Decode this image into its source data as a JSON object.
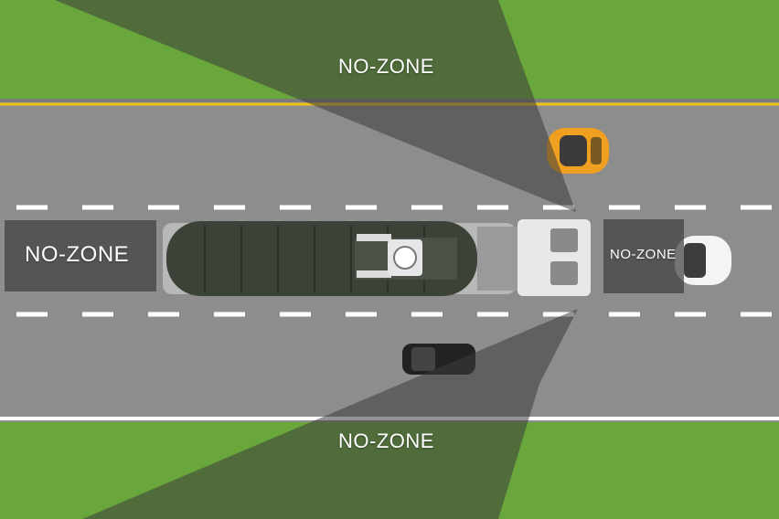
{
  "zones": {
    "top_label": "NO-ZONE",
    "bottom_label": "NO-ZONE",
    "rear_label": "NO-ZONE",
    "front_label": "NO-ZONE"
  },
  "colors": {
    "grass": "#6aa83c",
    "road": "#8c8c8c",
    "center_line": "#f2c21a",
    "lane_marking": "#ffffff",
    "zone_fill": "#3d3d3d",
    "tanker": "#3b4338",
    "cab": "#e8e8e8",
    "orange_car": "#f0a020",
    "white_car": "#f4f4f4",
    "dark_car": "#222222"
  },
  "vehicles": {
    "truck": "tanker-truck",
    "car_orange": "orange-car",
    "car_white": "white-car",
    "car_dark": "dark-car"
  }
}
